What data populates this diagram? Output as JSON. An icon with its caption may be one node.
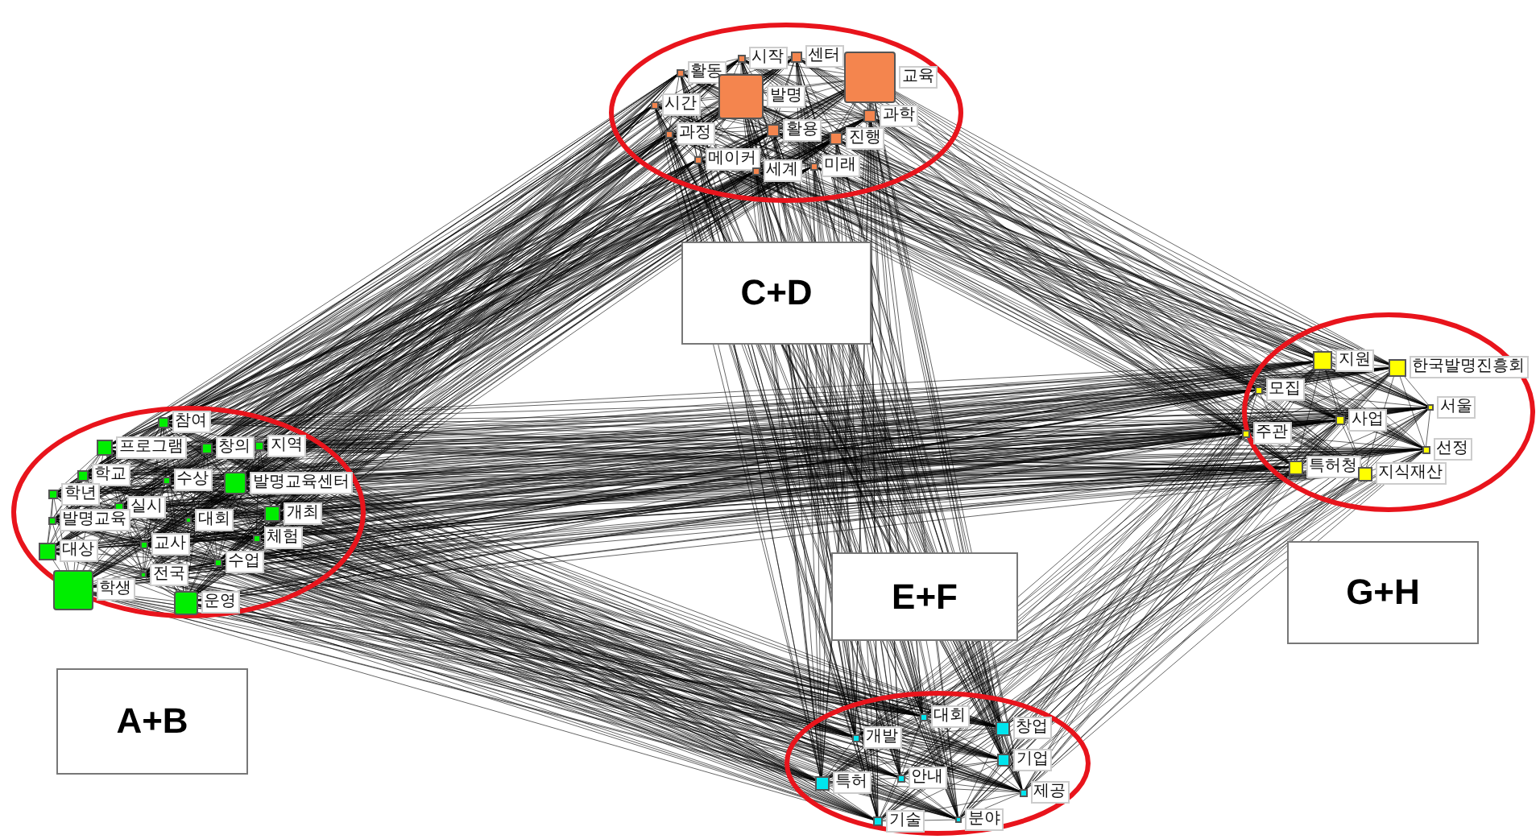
{
  "diagram": {
    "nodes": [
      {
        "text": [],
        "shape": "circle"
      },
      {
        "text": [
          "활동"
        ],
        "in": 0
      },
      {
        "text": [
          "시작"
        ],
        "in": 0
      },
      {
        "text": [
          "센터"
        ],
        "in": 0
      },
      {
        "text": [
          "교육"
        ],
        "in": 0
      },
      {
        "text": [
          "발명"
        ],
        "in": 0
      },
      {
        "text": [
          "시간"
        ],
        "in": 0
      },
      {
        "text": [
          "과학"
        ],
        "in": 0
      },
      {
        "text": [
          "과정"
        ],
        "in": 0
      },
      {
        "text": [
          "활용"
        ],
        "in": 0
      },
      {
        "text": [
          "진행"
        ],
        "in": 0
      },
      {
        "text": [
          "메이커"
        ],
        "in": 0
      },
      {
        "text": [
          "세계"
        ],
        "in": 0
      },
      {
        "text": [
          "미래"
        ],
        "in": 0
      },
      {
        "text": [
          "C+D"
        ]
      },
      {
        "text": [],
        "shape": "circle"
      },
      {
        "text": [
          "지원"
        ],
        "in": 15
      },
      {
        "text": [
          "한국발명진흥회"
        ],
        "in": 15
      },
      {
        "text": [
          "모집"
        ],
        "in": 15
      },
      {
        "text": [
          "서울"
        ],
        "in": 15
      },
      {
        "text": [
          "주관"
        ],
        "in": 15
      },
      {
        "text": [
          "사업"
        ],
        "in": 15
      },
      {
        "text": [
          "선정"
        ],
        "in": 15
      },
      {
        "text": [
          "특허청"
        ],
        "in": 15
      },
      {
        "text": [
          "지식재산"
        ],
        "in": 15
      },
      {
        "text": [],
        "shape": "circle"
      },
      {
        "text": [
          "참여"
        ],
        "in": 25
      },
      {
        "text": [
          "프로그램"
        ],
        "in": 25
      },
      {
        "text": [
          "창의"
        ],
        "in": 25
      },
      {
        "text": [
          "지역"
        ],
        "in": 25
      },
      {
        "text": [
          "학교"
        ],
        "in": 25
      },
      {
        "text": [
          "수상"
        ],
        "in": 25
      },
      {
        "text": [
          "발명교육센터"
        ],
        "in": 25
      },
      {
        "text": [
          "학년"
        ],
        "in": 25
      },
      {
        "text": [
          "실시"
        ],
        "in": 25
      },
      {
        "text": [
          "발명교육"
        ],
        "in": 25
      },
      {
        "text": [
          "대회"
        ],
        "in": 25
      },
      {
        "text": [
          "개최"
        ],
        "in": 25
      },
      {
        "text": [
          "대상"
        ],
        "in": 25
      },
      {
        "text": [
          "교사"
        ],
        "in": 25
      },
      {
        "text": [
          "체험"
        ],
        "in": 25
      },
      {
        "text": [
          "학생"
        ],
        "in": 25
      },
      {
        "text": [
          "전국"
        ],
        "in": 25
      },
      {
        "text": [
          "수업"
        ],
        "in": 25
      },
      {
        "text": [
          "운영"
        ],
        "in": 25
      },
      {
        "text": [
          "E+F"
        ]
      },
      {
        "text": [
          "G+H"
        ]
      },
      {
        "text": [
          "A+B"
        ]
      },
      {
        "text": [],
        "shape": "circle"
      },
      {
        "text": [
          "대회"
        ],
        "in": 48
      },
      {
        "text": [
          "창업"
        ],
        "in": 48
      },
      {
        "text": [
          "개발"
        ],
        "in": 48
      },
      {
        "text": [
          "기업"
        ],
        "in": 48
      },
      {
        "text": [
          "특허"
        ],
        "in": 48
      },
      {
        "text": [
          "안내"
        ],
        "in": 48
      },
      {
        "text": [
          "제공"
        ],
        "in": 48
      },
      {
        "text": [
          "기술"
        ],
        "in": 48
      },
      {
        "text": [
          "분야"
        ],
        "in": 48
      }
    ]
  }
}
